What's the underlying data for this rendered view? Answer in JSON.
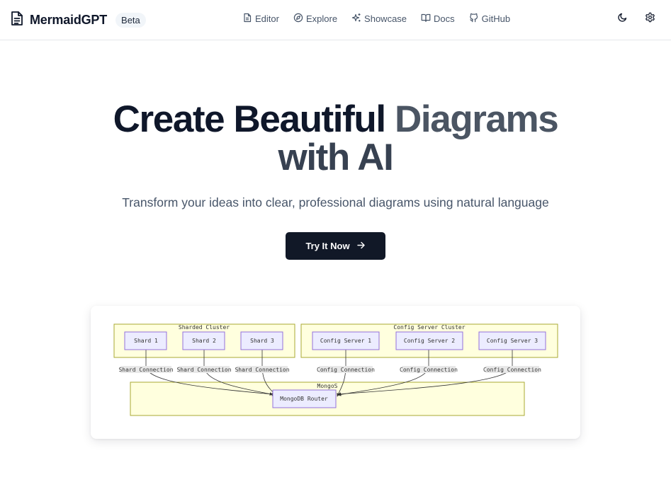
{
  "header": {
    "brand": "MermaidGPT",
    "badge": "Beta",
    "icons": {
      "brand": "document-icon",
      "theme": "moon-icon",
      "settings": "gear-icon"
    },
    "nav": [
      {
        "label": "Editor",
        "icon": "file-text-icon"
      },
      {
        "label": "Explore",
        "icon": "compass-icon"
      },
      {
        "label": "Showcase",
        "icon": "sparkles-icon"
      },
      {
        "label": "Docs",
        "icon": "book-open-icon"
      },
      {
        "label": "GitHub",
        "icon": "github-icon"
      }
    ]
  },
  "hero": {
    "title_part1": "Create Beautiful",
    "title_part2": "Diagrams",
    "title_part3": "with AI",
    "subtitle": "Transform your ideas into clear, professional diagrams using natural language",
    "cta_label": "Try It Now",
    "cta_icon": "arrow-right-icon"
  },
  "diagram": {
    "clusters": {
      "sharded": "Sharded Cluster",
      "config": "Config Server Cluster",
      "mongos": "MongoS"
    },
    "shards": [
      "Shard 1",
      "Shard 2",
      "Shard 3"
    ],
    "config_servers": [
      "Config Server 1",
      "Config Server 2",
      "Config Server 3"
    ],
    "router": "MongoDB Router",
    "edge_labels": {
      "shard": "Shard Connection",
      "config": "Config Connection"
    },
    "colors": {
      "cluster_fill": "#ffffde",
      "cluster_stroke": "#aaaa33",
      "node_fill": "#ececff",
      "node_stroke": "#9370db",
      "edge_label_bg": "#e8e8e8"
    }
  }
}
